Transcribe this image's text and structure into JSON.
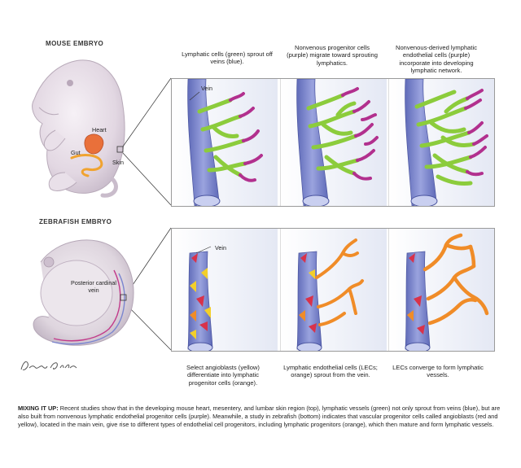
{
  "mouse": {
    "title": "MOUSE EMBRYO",
    "labels": {
      "heart": "Heart",
      "gut": "Gut",
      "skin": "Skin",
      "vein": "Vein"
    },
    "captions": [
      "Lymphatic cells (green) sprout off veins (blue).",
      "Nonvenous progenitor cells (purple) migrate toward sprouting lymphatics.",
      "Nonvenous-derived lymphatic endothelial cells (purple) incorporate into developing lymphatic network."
    ]
  },
  "zebrafish": {
    "title": "ZEBRAFISH EMBRYO",
    "labels": {
      "posterior_cardinal_vein": "Posterior cardinal vein",
      "vein": "Vein"
    },
    "captions": [
      "Select angioblasts (yellow) differentiate into lymphatic progenitor cells (orange).",
      "Lymphatic endothelial cells (LECs; orange) sprout from the vein.",
      "LECs converge to form lymphatic vessels."
    ]
  },
  "signature": "Lisa Clark",
  "description": {
    "heading": "MIXING IT UP:",
    "text": "Recent studies show that in the developing mouse heart, mesentery, and lumbar skin region (top), lymphatic vessels (green) not only sprout from veins (blue), but are also built from nonvenous lymphatic endothelial progenitor cells (purple). Meanwhile, a study in zebrafish (bottom) indicates that vascular progenitor cells called angioblasts (red and yellow), located in the main vein, give rise to different types of endothelial cell progenitors, including lymphatic progenitors (orange), which then mature and form lymphatic vessels."
  },
  "colors": {
    "vein": "#7b86cf",
    "lymphatic_green": "#8ccc3c",
    "progenitor_purple": "#b2308e",
    "lec_orange": "#f08c28",
    "angioblast_yellow": "#f3cf2a",
    "angioblast_red": "#d8324a",
    "embryo": "#e6dde6"
  }
}
